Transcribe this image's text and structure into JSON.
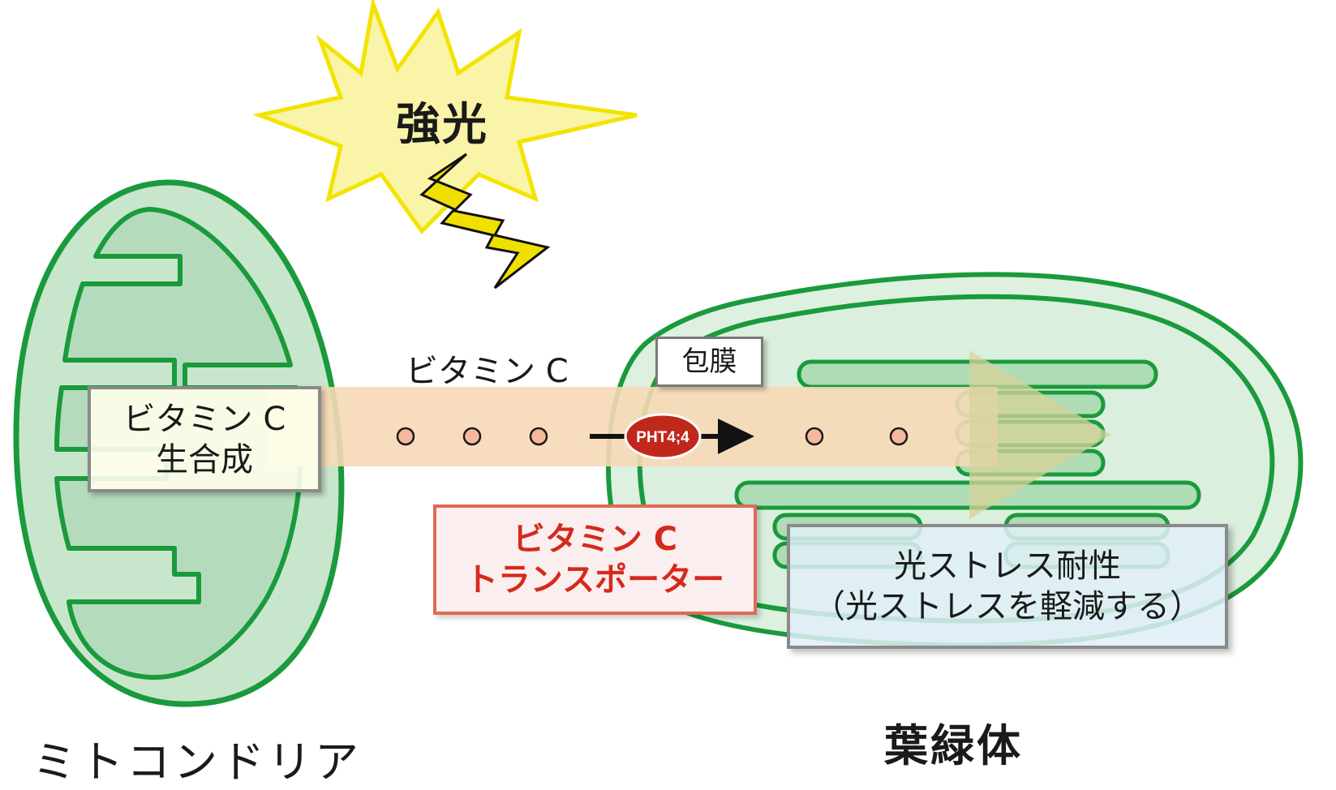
{
  "strong_light": "強光",
  "vitamin_c_label": "ビタミン C",
  "envelope_label": "包膜",
  "synthesis_box": {
    "line1": "ビタミン C",
    "line2": "生合成"
  },
  "transporter_box": {
    "line1": "ビタミン C",
    "line2": "トランスポーター"
  },
  "transporter_protein": "PHT4;4",
  "stress_box": {
    "line1": "光ストレス耐性",
    "line2": "（光ストレスを軽減する）"
  },
  "mitochondria_label": "ミトコンドリア",
  "chloroplast_label": "葉緑体",
  "colors": {
    "organelle_fill": "#c8e6cc",
    "organelle_stroke": "#1a9a3c",
    "flow_band": "#f6d9b6",
    "transporter_text": "#d42a1c",
    "protein": "#c0281c",
    "lightning": "#f0e000",
    "starburst": "#faf4a8"
  },
  "icons": {
    "light": "starburst-icon",
    "bolt": "lightning-icon",
    "molecule": "vitamin-c-molecule-icon"
  }
}
